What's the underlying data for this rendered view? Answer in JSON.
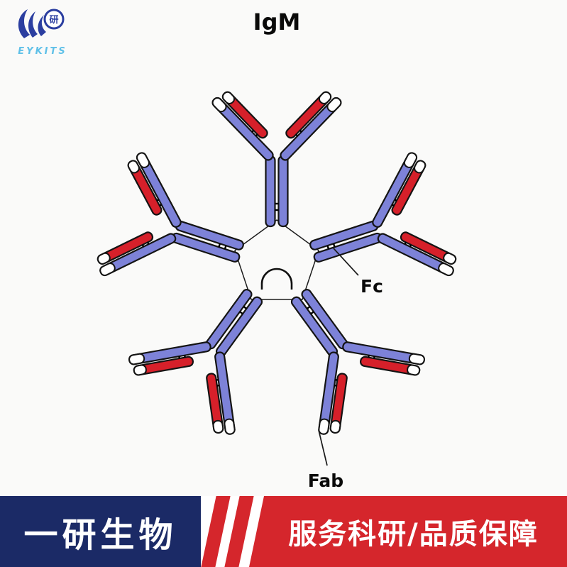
{
  "title": "IgM",
  "labels": {
    "fc": "Fc",
    "fab": "Fab"
  },
  "logo": {
    "symbol": "研",
    "brand": "EYKITS"
  },
  "banner": {
    "company": "一研生物",
    "slogan": "服务科研/品质保障"
  },
  "colors": {
    "heavy_chain_blue": "#7d82d8",
    "light_chain_red": "#d6202a",
    "outline": "#141414",
    "background": "#fafaf9",
    "banner_navy": "#1b2a66",
    "banner_red": "#d5262c"
  }
}
